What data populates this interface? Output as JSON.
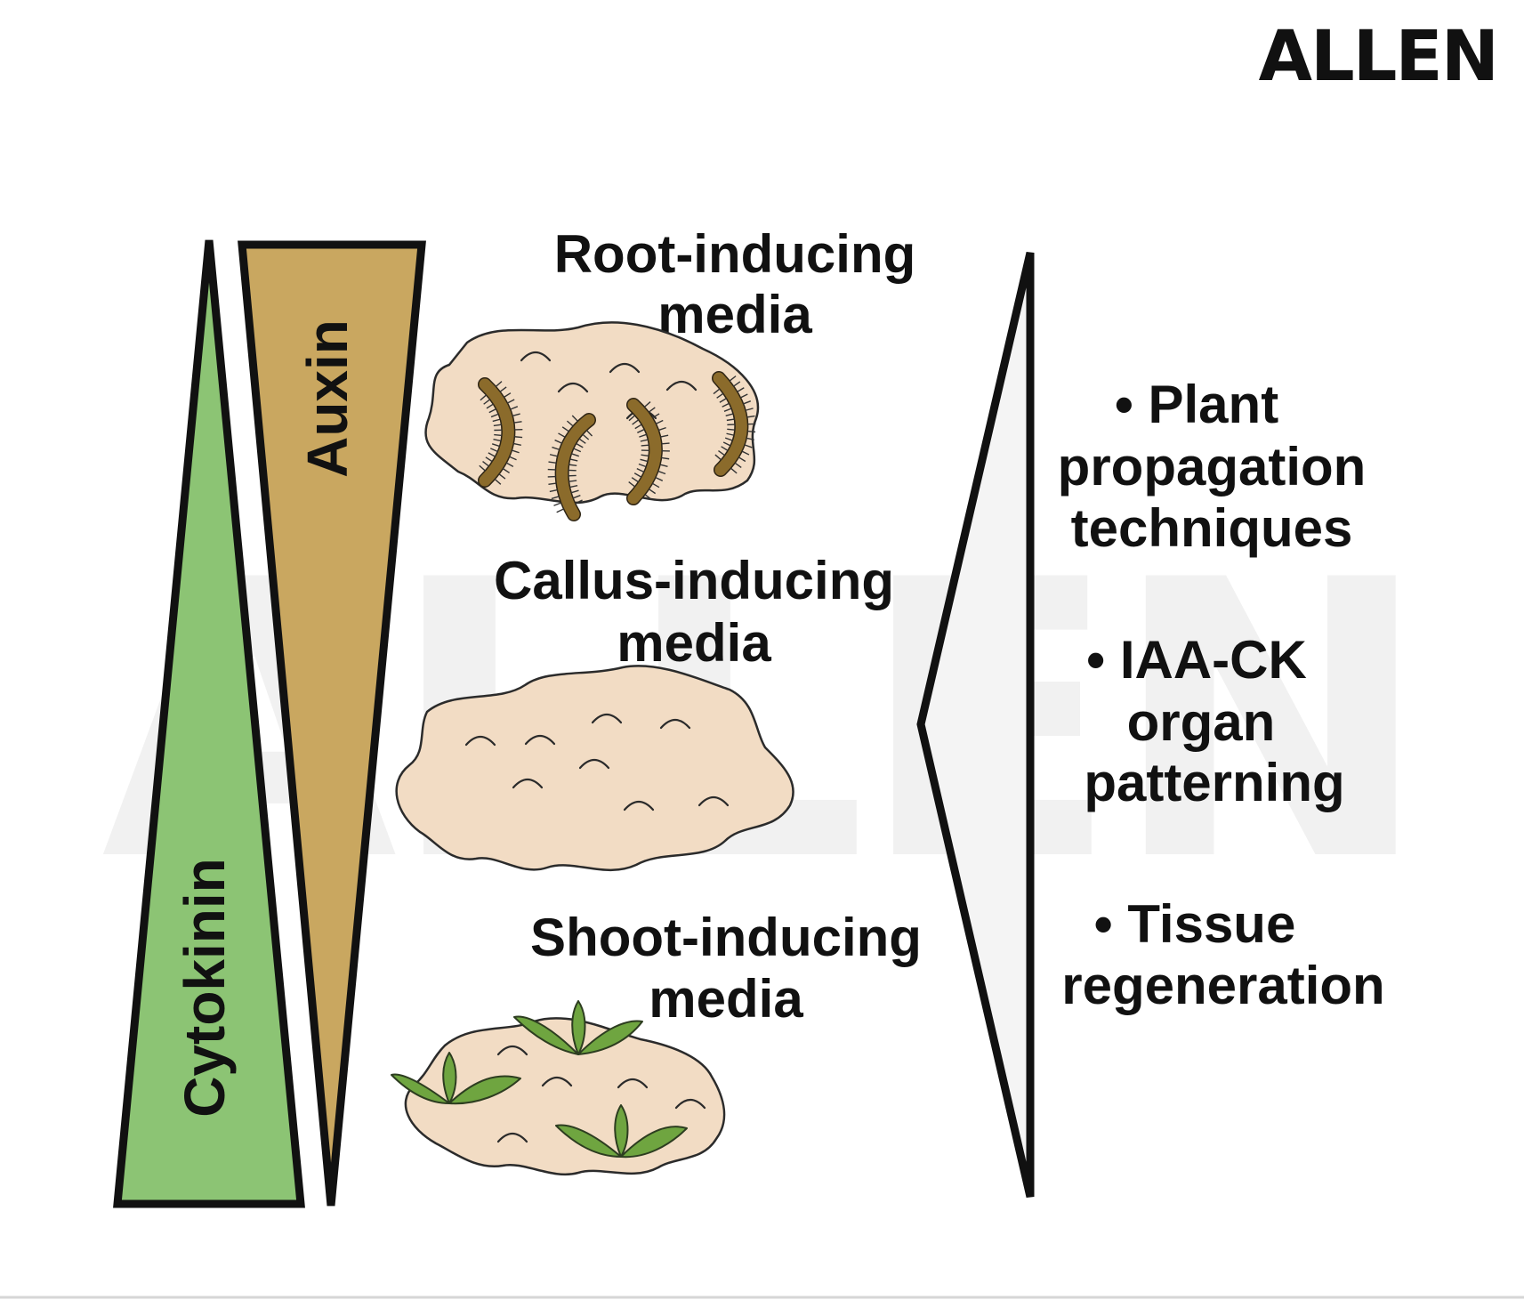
{
  "logo": {
    "text": "ALLEN",
    "watermark": "ALLEN"
  },
  "gradients": {
    "cytokinin": {
      "label": "Cytokinin",
      "color": "#8cc474"
    },
    "auxin": {
      "label": "Auxin",
      "color": "#c9a760"
    }
  },
  "media": [
    {
      "line1": "Root-inducing",
      "line2": "media",
      "type": "root"
    },
    {
      "line1": "Callus-inducing",
      "line2": "media",
      "type": "callus"
    },
    {
      "line1": "Shoot-inducing",
      "line2": "media",
      "type": "shoot"
    }
  ],
  "applications": [
    {
      "lines": [
        "• Plant",
        "propagation",
        "techniques"
      ]
    },
    {
      "lines": [
        "• IAA-CK",
        "organ",
        "patterning"
      ]
    },
    {
      "lines": [
        "• Tissue",
        "regeneration"
      ]
    }
  ]
}
